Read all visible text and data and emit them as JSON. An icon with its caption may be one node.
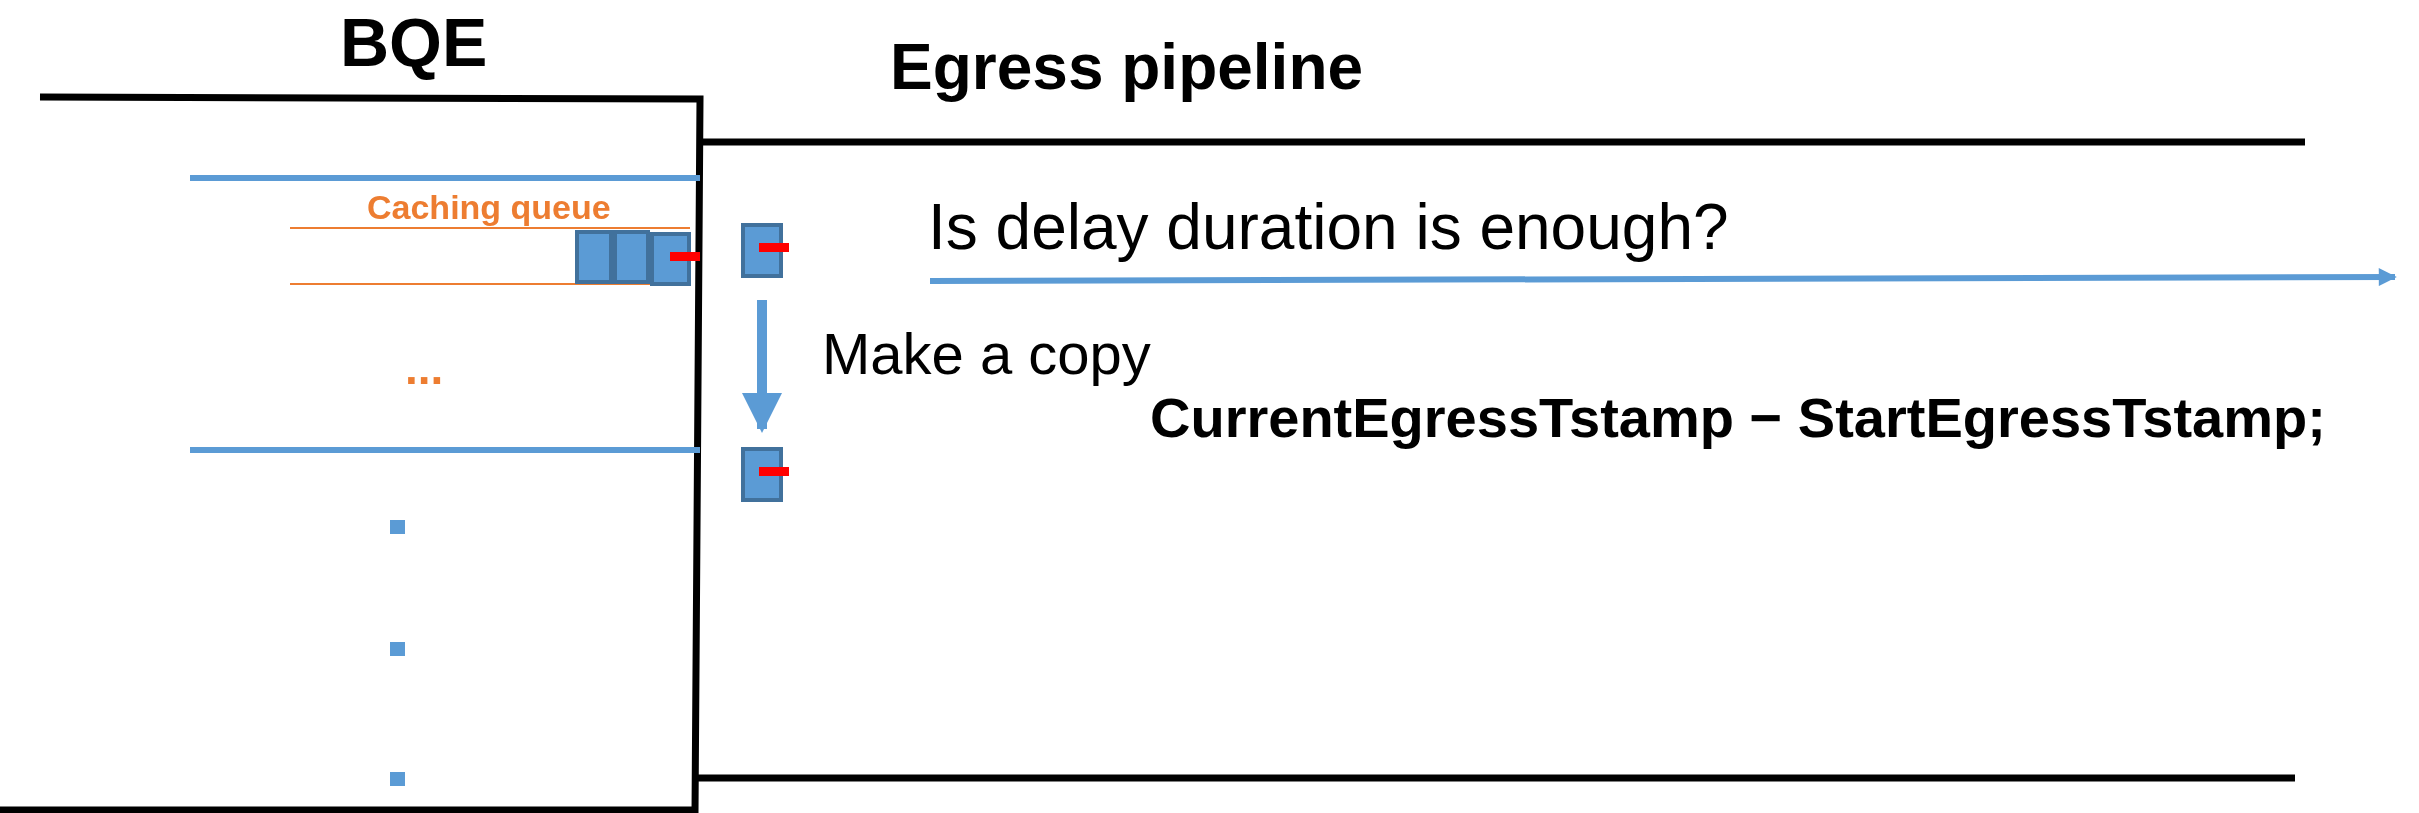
{
  "diagram": {
    "nodes": [
      {
        "text": [],
        "shape": "box"
      },
      {
        "text": [],
        "shape": "box"
      },
      {
        "text": [],
        "shape": "box"
      },
      {
        "text": [],
        "shape": "box"
      },
      {
        "text": [],
        "shape": "box"
      }
    ],
    "edges": [
      {
        "from": 3,
        "to": 4,
        "arrow": "to",
        "label": "Make a copy"
      }
    ],
    "labels": [
      "BQE",
      "Egress pipeline",
      "Caching queue",
      "...",
      "Is delay duration is enough?",
      "CurrentEgressTstamp − StartEgressTstamp;"
    ]
  }
}
